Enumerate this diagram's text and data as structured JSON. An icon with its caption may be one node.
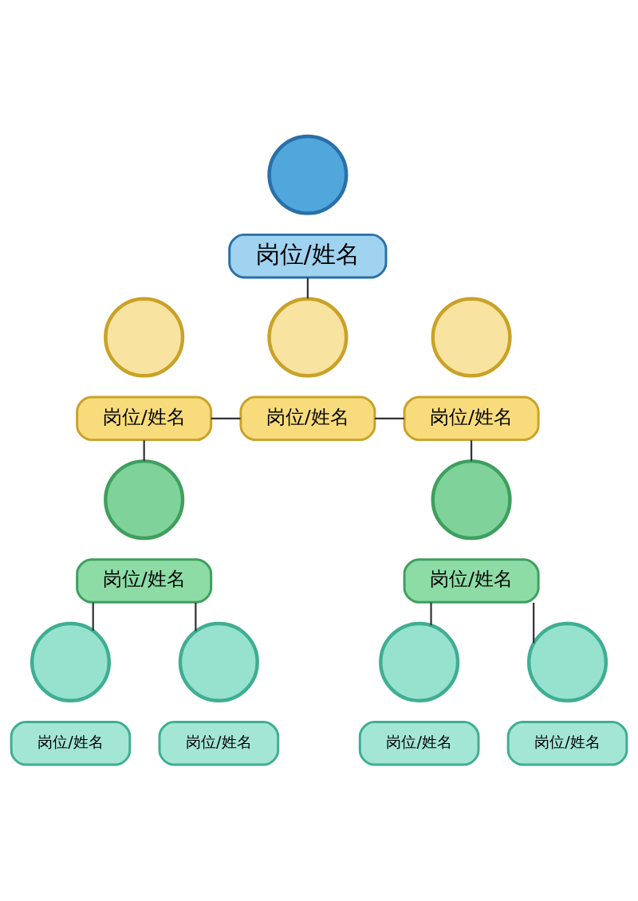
{
  "diagram": {
    "nodes": [
      {
        "text": [],
        "shape": "circle"
      },
      {
        "text": [
          "岗位/姓名"
        ]
      },
      {
        "text": [],
        "shape": "circle"
      },
      {
        "text": [],
        "shape": "circle"
      },
      {
        "text": [],
        "shape": "circle"
      },
      {
        "text": [
          "岗位/姓名"
        ]
      },
      {
        "text": [
          "岗位/姓名"
        ]
      },
      {
        "text": [
          "岗位/姓名"
        ]
      },
      {
        "text": [],
        "shape": "circle"
      },
      {
        "text": [],
        "shape": "circle"
      },
      {
        "text": [
          "岗位/姓名"
        ]
      },
      {
        "text": [
          "岗位/姓名"
        ]
      },
      {
        "text": [],
        "shape": "circle"
      },
      {
        "text": [],
        "shape": "circle"
      },
      {
        "text": [],
        "shape": "circle"
      },
      {
        "text": [],
        "shape": "circle"
      },
      {
        "text": [
          "岗位/姓名"
        ]
      },
      {
        "text": [
          "岗位/姓名"
        ]
      },
      {
        "text": [
          "岗位/姓名"
        ]
      },
      {
        "text": [
          "岗位/姓名"
        ]
      }
    ],
    "edges": [
      {
        "from": 1,
        "to": 3,
        "arrow": "none"
      },
      {
        "from": 5,
        "to": 6,
        "arrow": "none"
      },
      {
        "from": 6,
        "to": 7,
        "arrow": "none"
      },
      {
        "from": 5,
        "to": 8,
        "arrow": "none"
      },
      {
        "from": 7,
        "to": 9,
        "arrow": "none"
      },
      {
        "from": 10,
        "to": 12,
        "arrow": "none"
      },
      {
        "from": 10,
        "to": 13,
        "arrow": "none"
      },
      {
        "from": 11,
        "to": 14,
        "arrow": "none"
      },
      {
        "from": 11,
        "to": 15,
        "arrow": "none"
      }
    ]
  }
}
